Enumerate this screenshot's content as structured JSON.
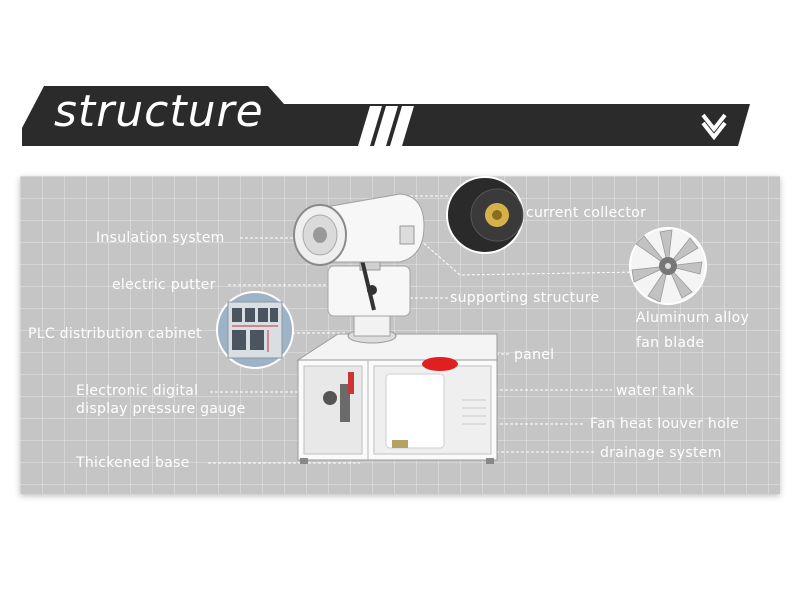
{
  "header": {
    "title": "structure"
  },
  "labels": {
    "insulation_system": "Insulation system",
    "electric_putter": "electric putter",
    "plc_cabinet": "PLC distribution cabinet",
    "pressure_gauge_line1": "Electronic digital",
    "pressure_gauge_line2": "display pressure gauge",
    "thickened_base": "Thickened base",
    "current_collector": "current collector",
    "supporting_structure": "supporting structure",
    "fan_blade_line1": "Aluminum alloy",
    "fan_blade_line2": "fan blade",
    "panel": "panel",
    "water_tank": "water tank",
    "louver_hole": "Fan heat louver hole",
    "drainage_system": "drainage system"
  },
  "icons": {
    "header_chevron": "chevron-down-icon"
  },
  "colors": {
    "banner": "#2b2b2b",
    "panel_bg": "#c5c5c5",
    "label_text": "#ffffff",
    "tank_cap": "#e02020"
  }
}
